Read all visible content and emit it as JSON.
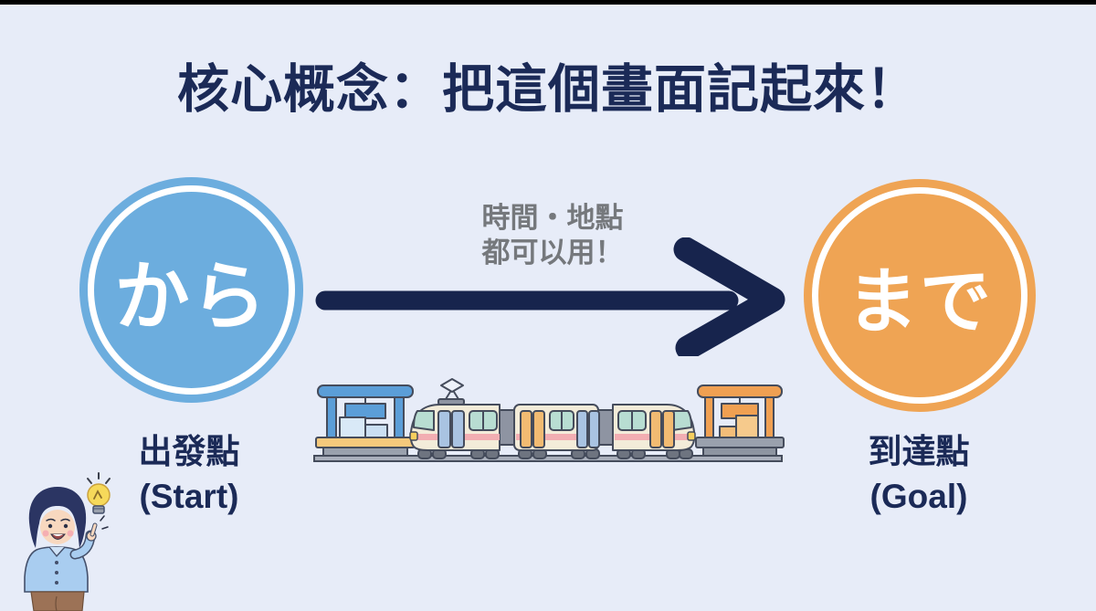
{
  "colors": {
    "background": "#e7ecf8",
    "top_bar": "#000000",
    "title_navy": "#1b2a57",
    "arrow_navy": "#17244d",
    "start_blue": "#6cadde",
    "goal_orange": "#efa454",
    "note_grey": "#75787c",
    "caption_navy": "#1b2a57"
  },
  "title": {
    "text": "核心概念：把這個畫面記起來！"
  },
  "start": {
    "label": "から",
    "caption": "出發點",
    "caption_en": "(Start)"
  },
  "goal": {
    "label": "まで",
    "caption": "到達點",
    "caption_en": "(Goal)"
  },
  "arrow": {
    "note_line1": "時間・地點",
    "note_line2": "都可以用！"
  },
  "icons": {
    "arrow": "right-arrow-icon",
    "train": "three-car-train-icon",
    "left_station": "blue-station-shelter-icon",
    "right_station": "orange-station-shelter-icon",
    "track": "rail-track-line",
    "character": "presenter-woman-icon",
    "lightbulb": "idea-lightbulb-icon"
  }
}
